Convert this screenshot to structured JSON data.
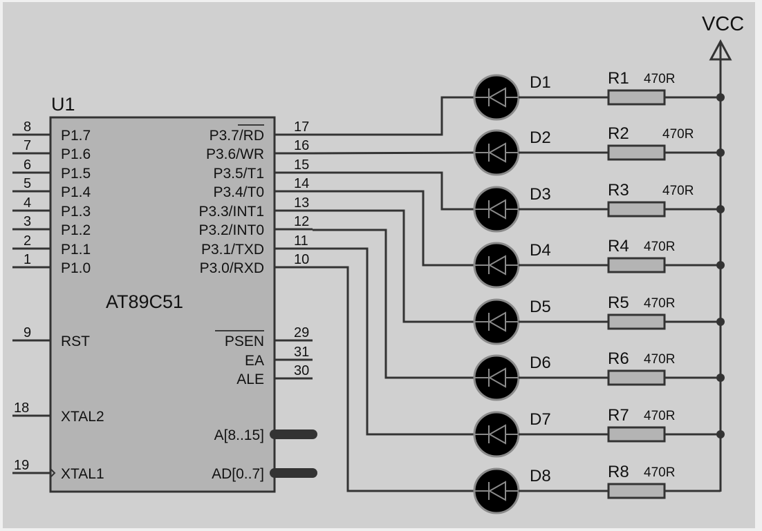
{
  "schematic": {
    "colors": {
      "background": "#f0f0f0",
      "sheet": "#d0d0d0",
      "wire": "#333333",
      "chip_fill": "#b4b4b4",
      "led_fill": "#000000",
      "led_ring": "#8a8a8a",
      "resistor_fill": "#b4b4b4"
    },
    "power": {
      "label": "VCC"
    },
    "chip": {
      "ref": "U1",
      "part": "AT89C51",
      "left_pins": [
        {
          "num": "8",
          "name": "P1.7"
        },
        {
          "num": "7",
          "name": "P1.6"
        },
        {
          "num": "6",
          "name": "P1.5"
        },
        {
          "num": "5",
          "name": "P1.4"
        },
        {
          "num": "4",
          "name": "P1.3"
        },
        {
          "num": "3",
          "name": "P1.2"
        },
        {
          "num": "2",
          "name": "P1.1"
        },
        {
          "num": "1",
          "name": "P1.0"
        },
        {
          "num": "9",
          "name": "RST"
        },
        {
          "num": "18",
          "name": "XTAL2"
        },
        {
          "num": "19",
          "name": "XTAL1"
        }
      ],
      "right_pins": [
        {
          "num": "17",
          "name": "P3.7/RD"
        },
        {
          "num": "16",
          "name": "P3.6/WR"
        },
        {
          "num": "15",
          "name": "P3.5/T1"
        },
        {
          "num": "14",
          "name": "P3.4/T0"
        },
        {
          "num": "13",
          "name": "P3.3/INT1"
        },
        {
          "num": "12",
          "name": "P3.2/INT0"
        },
        {
          "num": "11",
          "name": "P3.1/TXD"
        },
        {
          "num": "10",
          "name": "P3.0/RXD"
        },
        {
          "num": "29",
          "name": "PSEN"
        },
        {
          "num": "31",
          "name": "EA"
        },
        {
          "num": "30",
          "name": "ALE"
        }
      ],
      "buses": [
        {
          "name": "A[8..15]"
        },
        {
          "name": "AD[0..7]"
        }
      ]
    },
    "channels": [
      {
        "pin": "17",
        "led": "D1",
        "resistor": "R1",
        "value": "470R"
      },
      {
        "pin": "16",
        "led": "D2",
        "resistor": "R2",
        "value": "470R"
      },
      {
        "pin": "15",
        "led": "D3",
        "resistor": "R3",
        "value": "470R"
      },
      {
        "pin": "14",
        "led": "D4",
        "resistor": "R4",
        "value": "470R"
      },
      {
        "pin": "13",
        "led": "D5",
        "resistor": "R5",
        "value": "470R"
      },
      {
        "pin": "12",
        "led": "D6",
        "resistor": "R6",
        "value": "470R"
      },
      {
        "pin": "11",
        "led": "D7",
        "resistor": "R7",
        "value": "470R"
      },
      {
        "pin": "10",
        "led": "D8",
        "resistor": "R8",
        "value": "470R"
      }
    ]
  }
}
